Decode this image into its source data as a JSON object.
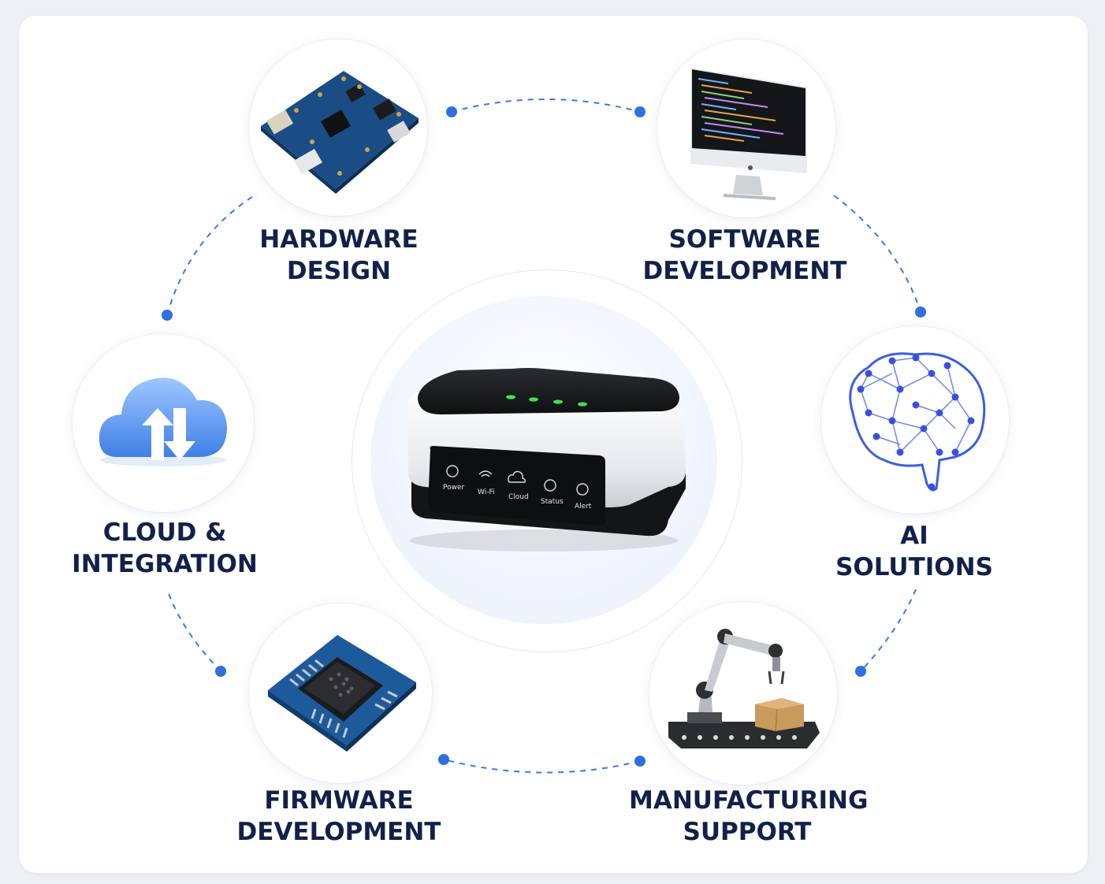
{
  "nodes": {
    "hardware": {
      "line1": "HARDWARE",
      "line2": "DESIGN"
    },
    "software": {
      "line1": "SOFTWARE",
      "line2": "DEVELOPMENT"
    },
    "ai": {
      "line1": "AI",
      "line2": "SOLUTIONS"
    },
    "manufacturing": {
      "line1": "MANUFACTURING",
      "line2": "SUPPORT"
    },
    "firmware": {
      "line1": "FIRMWARE",
      "line2": "DEVELOPMENT"
    },
    "cloud": {
      "line1": "CLOUD &",
      "line2": "INTEGRATION"
    }
  },
  "device": {
    "indicators": [
      "Power",
      "Wi-Fi",
      "Cloud",
      "Status",
      "Alert"
    ],
    "led_color": "#3ee05a"
  },
  "colors": {
    "label_text": "#13204a",
    "connector": "#2f6fe0",
    "accent_blue": "#1e5fbf"
  }
}
